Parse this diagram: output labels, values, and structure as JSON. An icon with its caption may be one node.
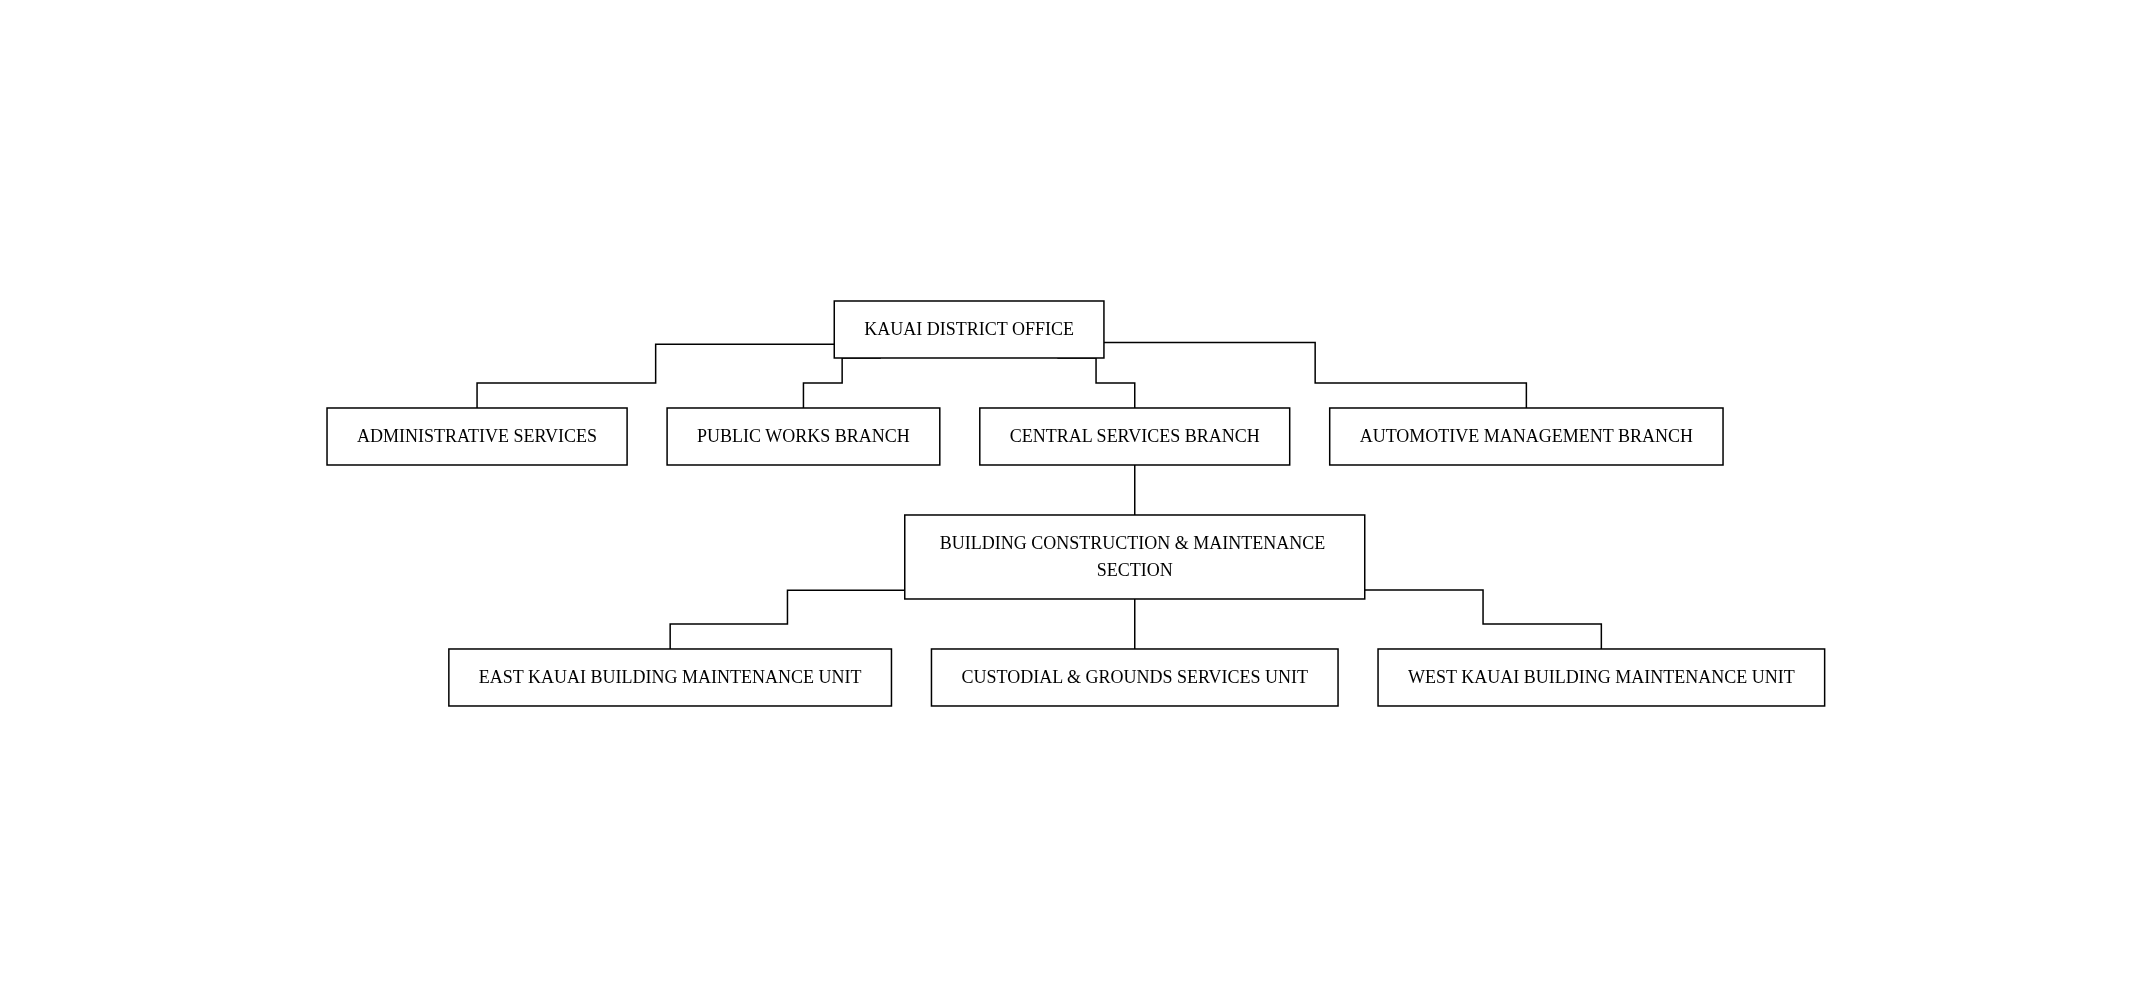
{
  "diagram": {
    "nodes": [
      {
        "text": [
          "KAUAI DISTRICT OFFICE"
        ]
      },
      {
        "text": [
          "ADMINISTRATIVE SERVICES"
        ]
      },
      {
        "text": [
          "PUBLIC WORKS BRANCH"
        ]
      },
      {
        "text": [
          "CENTRAL SERVICES BRANCH"
        ]
      },
      {
        "text": [
          "AUTOMOTIVE MANAGEMENT BRANCH"
        ]
      },
      {
        "text": [
          "BUILDING CONSTRUCTION & MAINTENANCE SECTION"
        ]
      },
      {
        "text": [
          "EAST KAUAI BUILDING MAINTENANCE UNIT"
        ]
      },
      {
        "text": [
          "CUSTODIAL & GROUNDS SERVICES UNIT"
        ]
      },
      {
        "text": [
          "WEST KAUAI BUILDING MAINTENANCE UNIT"
        ]
      }
    ],
    "edges": [
      {
        "from": 0,
        "to": 1,
        "arrow": "none"
      },
      {
        "from": 0,
        "to": 2,
        "arrow": "none"
      },
      {
        "from": 0,
        "to": 3,
        "arrow": "none"
      },
      {
        "from": 0,
        "to": 4,
        "arrow": "none"
      },
      {
        "from": 3,
        "to": 5,
        "arrow": "none"
      },
      {
        "from": 5,
        "to": 6,
        "arrow": "none"
      },
      {
        "from": 5,
        "to": 7,
        "arrow": "none"
      },
      {
        "from": 5,
        "to": 8,
        "arrow": "none"
      }
    ]
  }
}
